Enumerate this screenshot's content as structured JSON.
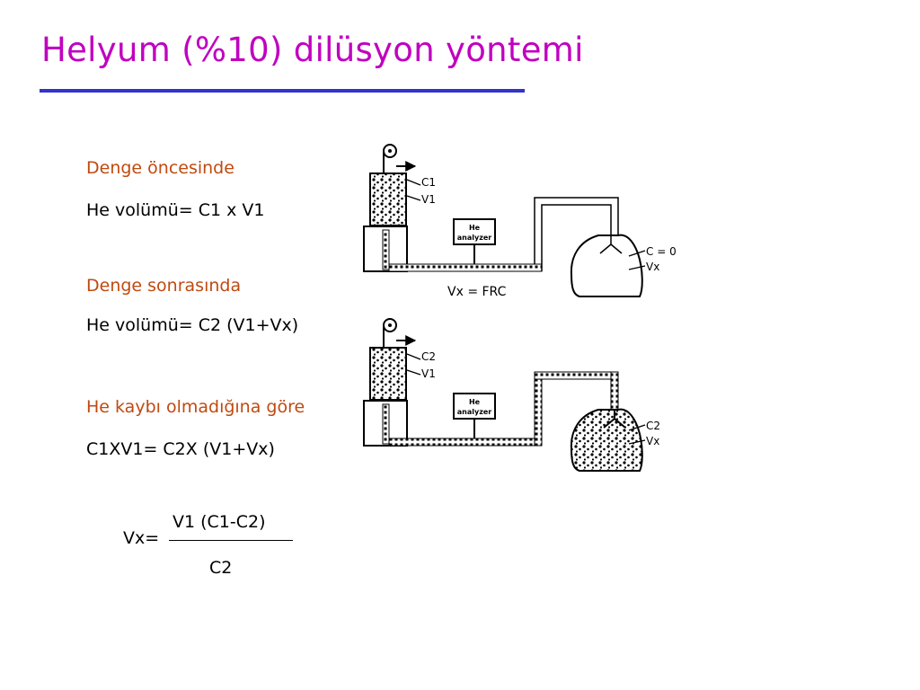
{
  "title": "Helyum (%10) dilüsyon yöntemi",
  "colors": {
    "title": "#c000c0",
    "title_rule": "#3333cc",
    "heading": "#c04a10",
    "body": "#000000"
  },
  "before": {
    "heading": "Denge öncesinde",
    "formula": "He volümü= C1 x V1"
  },
  "after": {
    "heading": "Denge sonrasında",
    "formula": "He volümü= C2 (V1+Vx)"
  },
  "conservation": {
    "heading": "He kaybı olmadığına göre",
    "formula": "C1XV1= C2X (V1+Vx)"
  },
  "result": {
    "prefix": "Vx=",
    "numerator": "V1 (C1-C2)",
    "denominator": "C2"
  },
  "diagram_top": {
    "spirometer_labels": [
      "C1",
      "V1"
    ],
    "analyzer": [
      "He",
      "analyzer"
    ],
    "lung_labels": [
      "C = 0",
      "Vx"
    ],
    "caption": "Vx = FRC"
  },
  "diagram_bottom": {
    "spirometer_labels": [
      "C2",
      "V1"
    ],
    "analyzer": [
      "He",
      "analyzer"
    ],
    "lung_labels": [
      "C2",
      "Vx"
    ]
  }
}
